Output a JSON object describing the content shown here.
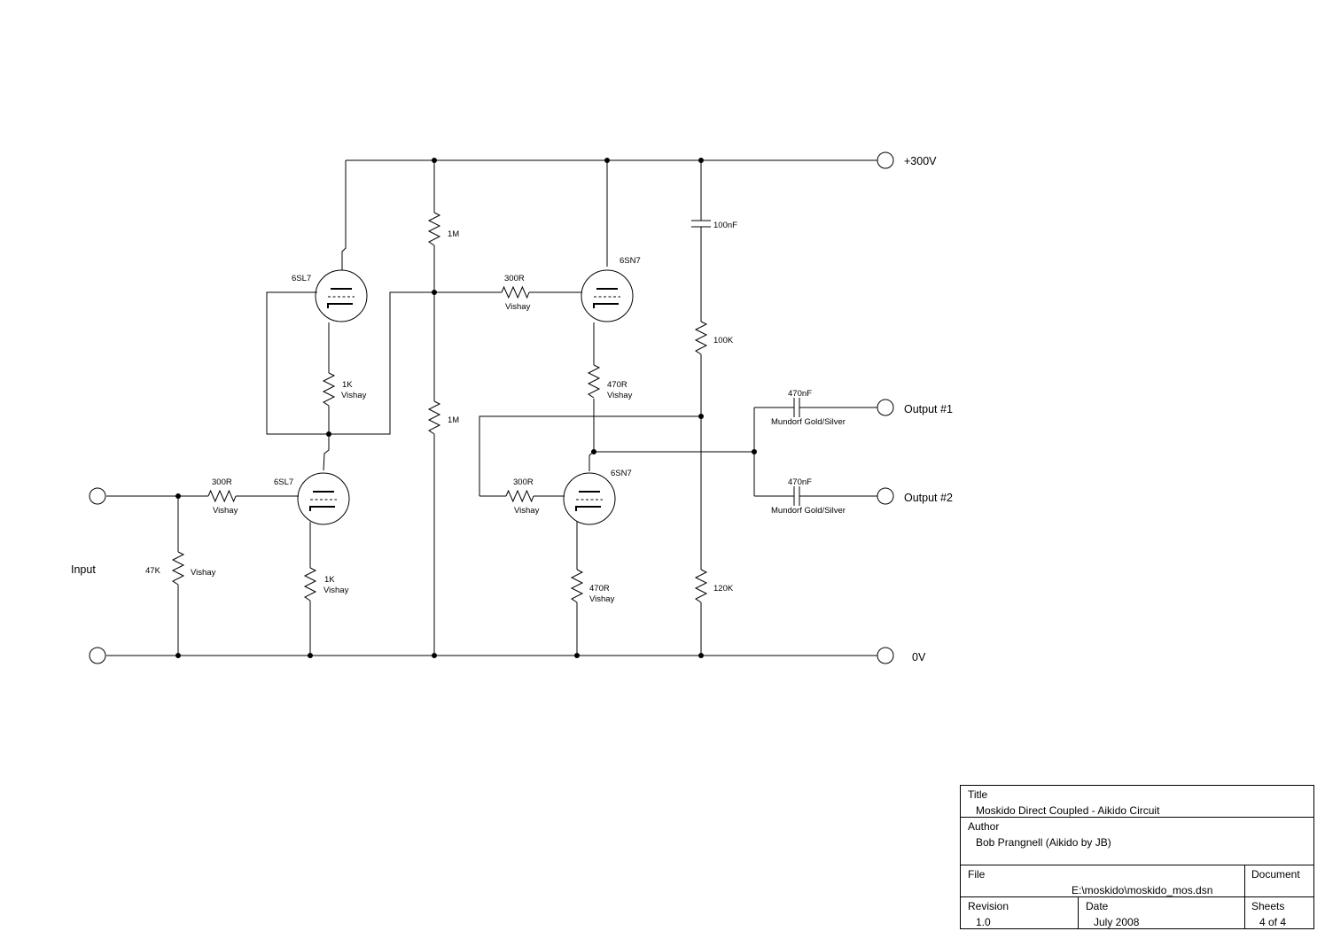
{
  "schematic": {
    "supply_label": "+300V",
    "ground_label": "0V",
    "input_label": "Input",
    "output1_label": "Output #1",
    "output2_label": "Output #2",
    "tubes": {
      "v1_upper": "6SL7",
      "v1_lower": "6SL7",
      "v2_upper": "6SN7",
      "v2_lower": "6SN7"
    },
    "resistors": {
      "r_in_grid": {
        "value": "300R",
        "note": "Vishay"
      },
      "r_input": {
        "value": "47K",
        "note": "Vishay"
      },
      "r_cathode_lower1": {
        "value": "1K",
        "note": "Vishay"
      },
      "r_cathode_upper1": {
        "value": "1K",
        "note": "Vishay"
      },
      "r_div_top": {
        "value": "1M"
      },
      "r_div_bottom": {
        "value": "1M"
      },
      "r_grid_upper2": {
        "value": "300R",
        "note": "Vishay"
      },
      "r_grid_lower2": {
        "value": "300R",
        "note": "Vishay"
      },
      "r_cathode_upper2": {
        "value": "470R",
        "note": "Vishay"
      },
      "r_cathode_lower2": {
        "value": "470R",
        "note": "Vishay"
      },
      "r_fb_top": {
        "value": "100K"
      },
      "r_fb_bottom": {
        "value": "120K"
      }
    },
    "capacitors": {
      "c_supply": {
        "value": "100nF"
      },
      "c_out1": {
        "value": "470nF",
        "note": "Mundorf Gold/Silver"
      },
      "c_out2": {
        "value": "470nF",
        "note": "Mundorf Gold/Silver"
      }
    }
  },
  "title_block": {
    "title_header": "Title",
    "title_value": "Moskido Direct Coupled - Aikido Circuit",
    "author_header": "Author",
    "author_value": "Bob Prangnell (Aikido by JB)",
    "file_header": "File",
    "file_value": "E:\\moskido\\moskido_mos.dsn",
    "document_header": "Document",
    "revision_header": "Revision",
    "revision_value": "1.0",
    "date_header": "Date",
    "date_value": "July 2008",
    "sheets_header": "Sheets",
    "sheets_value": "4 of 4"
  }
}
